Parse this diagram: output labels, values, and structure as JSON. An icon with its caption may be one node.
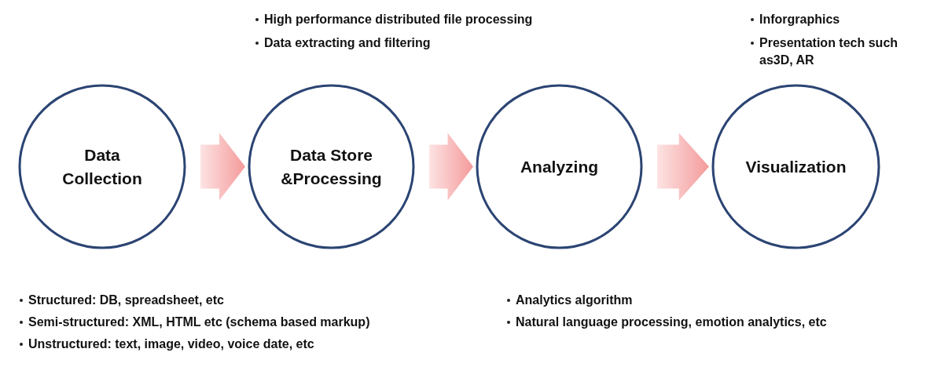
{
  "diagram": {
    "nodes": [
      {
        "text": [
          "Data Collection"
        ],
        "beside": [
          "Structured: DB, spreadsheet, etc",
          "Semi-structured: XML, HTML etc (schema based markup)",
          "Unstructured: text, image, video, voice date, etc"
        ]
      },
      {
        "text": [
          "Data Store &Processing"
        ],
        "beside": [
          "High performance distributed file processing",
          "Data extracting and filtering"
        ]
      },
      {
        "text": [
          "Analyzing"
        ],
        "beside": [
          "Analytics algorithm",
          "Natural language processing, emotion analytics, etc"
        ]
      },
      {
        "text": [
          "Visualization"
        ],
        "beside": [
          "Inforgraphics",
          "Presentation tech such as3D, AR"
        ]
      }
    ],
    "edges": [
      {
        "from": 0,
        "to": 1,
        "arrow": "to"
      },
      {
        "from": 1,
        "to": 2,
        "arrow": "to"
      },
      {
        "from": 2,
        "to": 3,
        "arrow": "to"
      }
    ]
  }
}
